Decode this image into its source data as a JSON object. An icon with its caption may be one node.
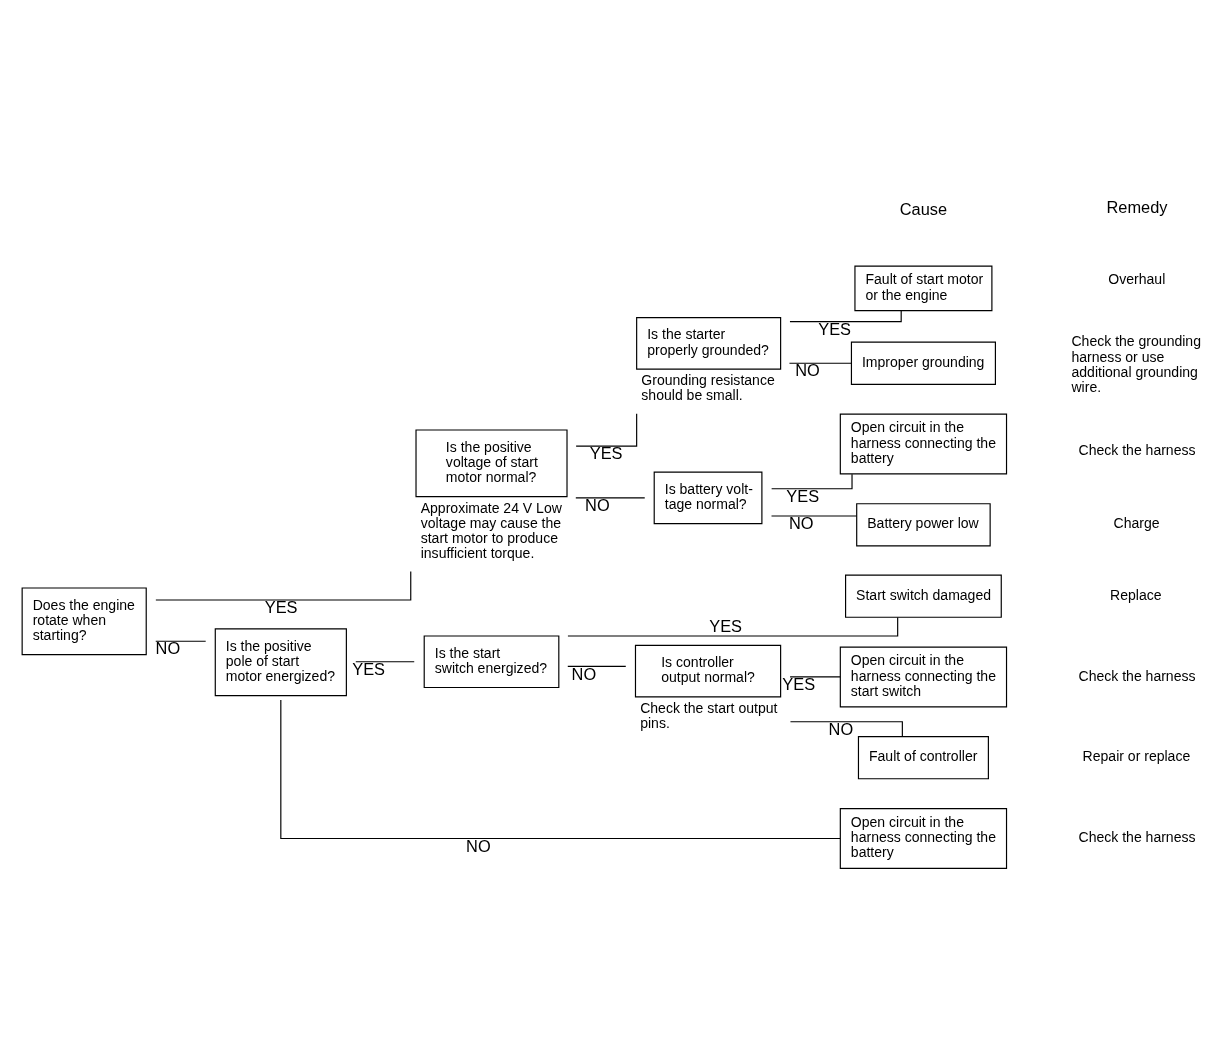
{
  "diagram": {
    "nodes": [
      {
        "text": [
          "Does the engine rotate when starting?"
        ]
      },
      {
        "text": [
          "Is the positive voltage of start motor normal?"
        ],
        "beside": [
          "Approximate 24 V Low voltage may cause the start motor to produce insufficient torque."
        ]
      },
      {
        "text": [
          "Is the starter properly grounded?"
        ],
        "beside": [
          "Grounding resistance should be small."
        ]
      },
      {
        "text": [
          "Fault of start motor or the engine"
        ]
      },
      {
        "text": [
          "Improper grounding"
        ]
      },
      {
        "text": [
          "Is battery volt-tage normal?"
        ]
      },
      {
        "text": [
          "Open circuit in the harness connecting the battery"
        ]
      },
      {
        "text": [
          "Battery power low"
        ]
      },
      {
        "text": [
          "Is the positive pole of start motor energized?"
        ]
      },
      {
        "text": [
          "Is the start switch energized?"
        ]
      },
      {
        "text": [
          "Start switch damaged"
        ]
      },
      {
        "text": [
          "Is controller output normal?"
        ],
        "beside": [
          "Check the start output pins."
        ]
      },
      {
        "text": [
          "Open circuit in the harness connecting the start switch"
        ]
      },
      {
        "text": [
          "Fault of controller"
        ]
      },
      {
        "text": [
          "Open circuit in the harness connecting the battery"
        ]
      }
    ],
    "edges": [
      {
        "from": 0,
        "to": 1,
        "arrow": "none",
        "label": "YES"
      },
      {
        "from": 0,
        "to": 8,
        "arrow": "none",
        "label": "NO"
      },
      {
        "from": 1,
        "to": 2,
        "arrow": "none",
        "label": "YES"
      },
      {
        "from": 1,
        "to": 5,
        "arrow": "none",
        "label": "NO"
      },
      {
        "from": 2,
        "to": 3,
        "arrow": "none",
        "label": "YES"
      },
      {
        "from": 2,
        "to": 4,
        "arrow": "none",
        "label": "NO"
      },
      {
        "from": 5,
        "to": 6,
        "arrow": "none",
        "label": "YES"
      },
      {
        "from": 5,
        "to": 7,
        "arrow": "none",
        "label": "NO"
      },
      {
        "from": 8,
        "to": 9,
        "arrow": "none",
        "label": "YES"
      },
      {
        "from": 8,
        "to": 14,
        "arrow": "none",
        "label": "NO"
      },
      {
        "from": 9,
        "to": 10,
        "arrow": "none",
        "label": "YES"
      },
      {
        "from": 9,
        "to": 11,
        "arrow": "none",
        "label": "NO"
      },
      {
        "from": 11,
        "to": 12,
        "arrow": "none",
        "label": "YES"
      },
      {
        "from": 11,
        "to": 13,
        "arrow": "none",
        "label": "NO"
      }
    ],
    "labels": [
      "Cause",
      "Remedy",
      "Overhaul",
      "Check the grounding harness or use additional grounding wire.",
      "Check the harness",
      "Charge",
      "Replace",
      "Check the harness",
      "Repair or replace",
      "Check the harness"
    ]
  }
}
